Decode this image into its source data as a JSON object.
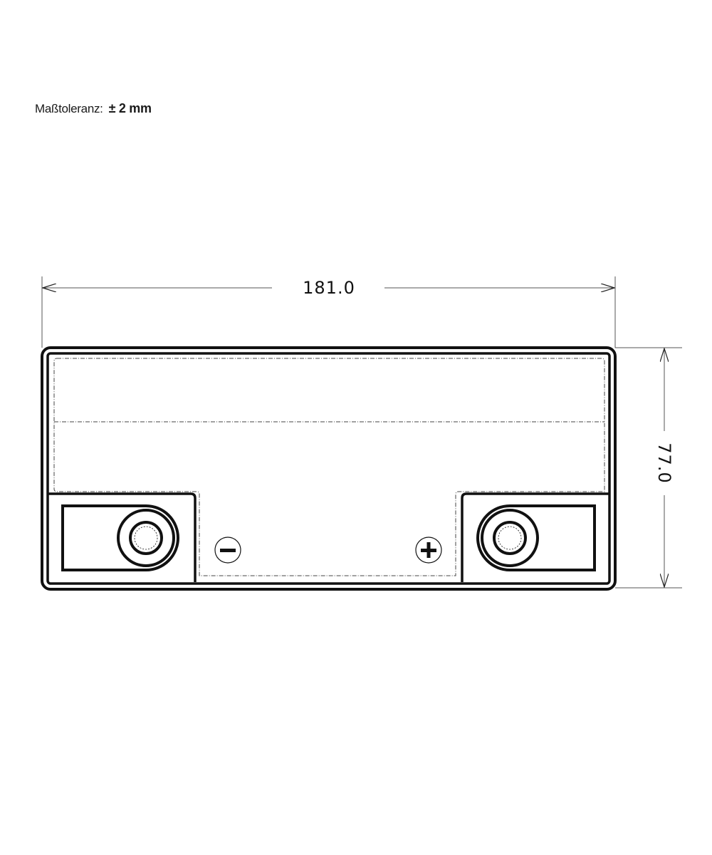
{
  "tolerance": {
    "label": "Maßtoleranz:",
    "value": "± 2 mm"
  },
  "dimensions": {
    "width": "181.0",
    "height": "77.0"
  },
  "terminals": {
    "negative": "−",
    "positive": "+"
  }
}
